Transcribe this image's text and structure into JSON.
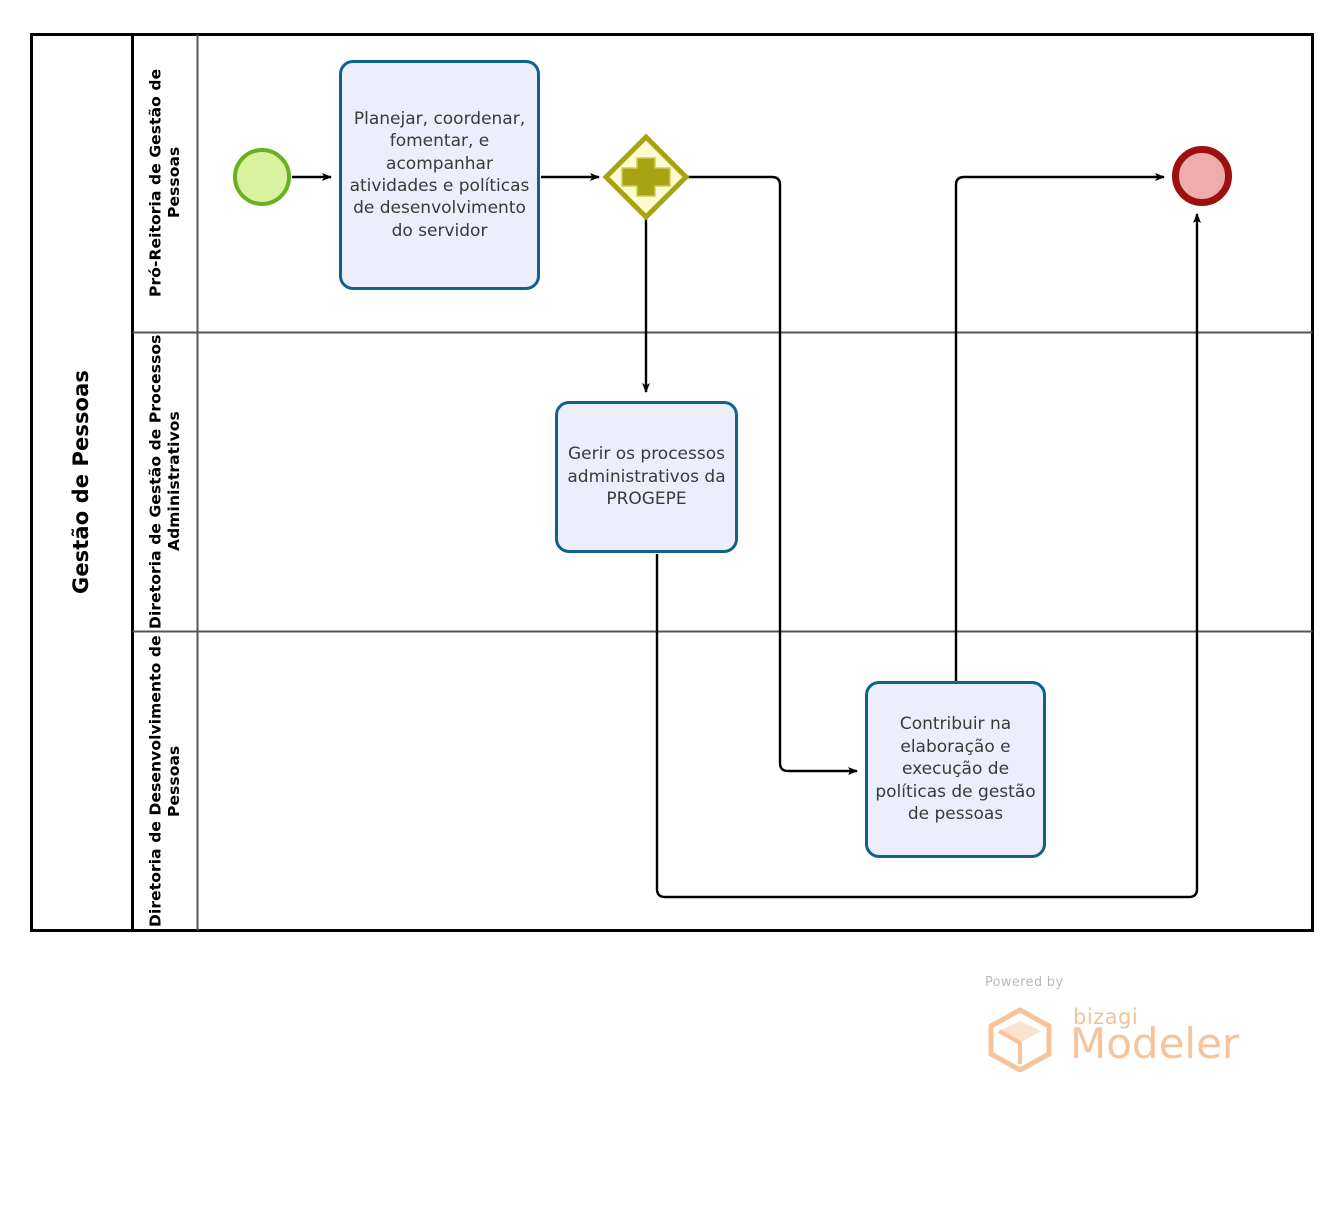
{
  "diagram": {
    "type": "bpmn-process-diagram",
    "pool": {
      "name": "Gestão de Pessoas",
      "lanes": [
        {
          "id": "lane-0",
          "name": "Pró-Reitoria de Gestão de Pessoas"
        },
        {
          "id": "lane-1",
          "name": "Diretoria de Gestão de Processos Administrativos"
        },
        {
          "id": "lane-2",
          "name": "Diretoria de Desenvolvimento de Pessoas"
        }
      ]
    },
    "nodes": [
      {
        "id": "start-event",
        "type": "start-event",
        "label": "",
        "lane": "lane-0",
        "fill": "#d9f29e",
        "stroke": "#6ab023"
      },
      {
        "id": "task-planejar",
        "type": "task",
        "label": "Planejar, coordenar, fomentar, e acompanhar atividades e políticas de desenvolvimento do servidor",
        "lane": "lane-0",
        "fill": "#eceefc",
        "stroke": "#10628c"
      },
      {
        "id": "gateway-parallel",
        "type": "parallel-gateway",
        "label": "",
        "marker": "+",
        "lane": "lane-0",
        "fill": "#fdfbd0",
        "stroke": "#a8a411"
      },
      {
        "id": "task-gerir",
        "type": "task",
        "label": "Gerir os processos administrativos da PROGEPE",
        "lane": "lane-1",
        "fill": "#eceefc",
        "stroke": "#10628c"
      },
      {
        "id": "task-contribuir",
        "type": "task",
        "label": "Contribuir na elaboração e execução de políticas de gestão de pessoas",
        "lane": "lane-2",
        "fill": "#eceefc",
        "stroke": "#10628c"
      },
      {
        "id": "end-event",
        "type": "end-event",
        "label": "",
        "lane": "lane-0",
        "fill": "#eeacac",
        "stroke": "#9e1010"
      }
    ],
    "flows": [
      {
        "id": "flow-start-planejar",
        "from": "start-event",
        "to": "task-planejar"
      },
      {
        "id": "flow-planejar-gateway",
        "from": "task-planejar",
        "to": "gateway-parallel"
      },
      {
        "id": "flow-gateway-gerir",
        "from": "gateway-parallel",
        "to": "task-gerir"
      },
      {
        "id": "flow-gateway-contribuir",
        "from": "gateway-parallel",
        "to": "task-contribuir"
      },
      {
        "id": "flow-contribuir-end",
        "from": "task-contribuir",
        "to": "end-event"
      },
      {
        "id": "flow-gerir-end",
        "from": "task-gerir",
        "to": "end-event"
      }
    ],
    "colors": {
      "pool_border": "#000000",
      "lane_border": "#555555",
      "flow_line": "#000000",
      "task_fill": "#eceefc",
      "task_stroke": "#10628c",
      "gateway_fill": "#fdfbd0",
      "gateway_stroke": "#a8a411",
      "start_fill": "#d9f29e",
      "start_stroke": "#6ab023",
      "end_fill": "#eeacac",
      "end_stroke": "#9e1010"
    }
  },
  "watermark": {
    "powered_by": "Powered by",
    "brand": "bizagi",
    "product": "Modeler",
    "color": "#f5c49b"
  }
}
